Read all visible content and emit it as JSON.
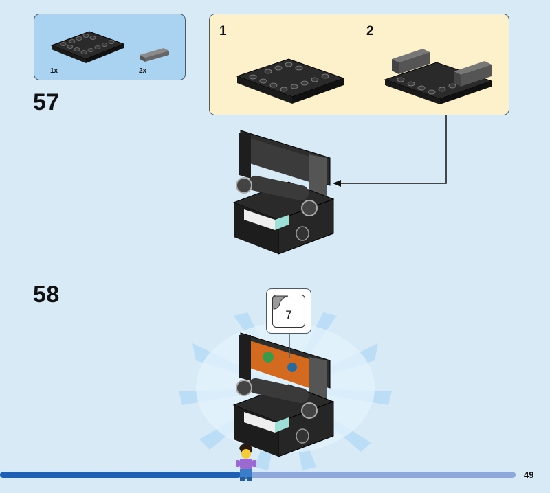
{
  "steps": [
    {
      "number": "57",
      "parts": [
        {
          "qty": "1x"
        },
        {
          "qty": "2x"
        }
      ],
      "substeps": [
        "1",
        "2"
      ]
    },
    {
      "number": "58",
      "sticker": "7"
    }
  ],
  "page_number": "49",
  "colors": {
    "background": "#d8eaf6",
    "parts_box": "#a9d3f1",
    "substep_box": "#fdf1cc",
    "brick_black": "#2a2a2a",
    "brick_gray": "#6b6b6b",
    "progress_bar": "#1e5fb3"
  }
}
